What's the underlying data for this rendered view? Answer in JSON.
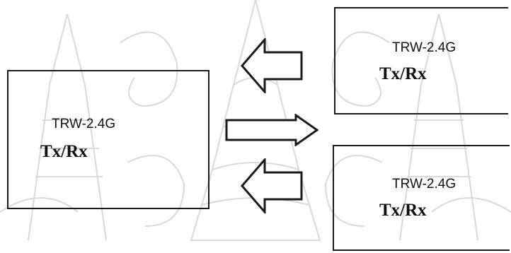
{
  "nodes": [
    {
      "id": "left",
      "model": "TRW-2.4G",
      "mode": "Tx/Rx"
    },
    {
      "id": "top-right",
      "model": "TRW-2.4G",
      "mode": "Tx/Rx"
    },
    {
      "id": "bottom-right",
      "model": "TRW-2.4G",
      "mode": "Tx/Rx"
    }
  ],
  "arrows": [
    {
      "from": "top-right",
      "to": "left",
      "direction": "left"
    },
    {
      "from": "left",
      "to": "bottom-right",
      "direction": "right"
    },
    {
      "from": "bottom-right",
      "to": "left",
      "direction": "left"
    }
  ],
  "colors": {
    "stroke": "#1a1a1a",
    "background": "#ffffff",
    "watermark": "#d9d9d9"
  },
  "watermark_icon": "royal-seal-watermark-icon"
}
